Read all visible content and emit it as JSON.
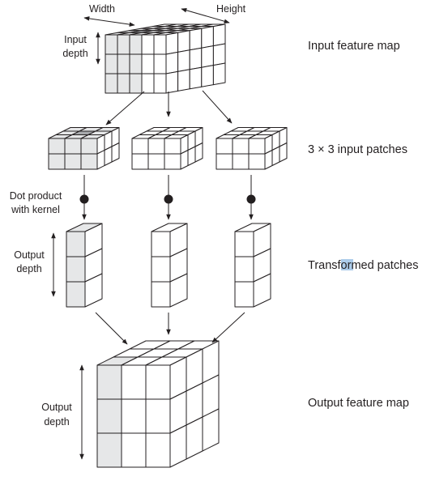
{
  "labels": {
    "width": "Width",
    "height": "Height",
    "input_depth_line1": "Input",
    "input_depth_line2": "depth",
    "dot_product_line1": "Dot product",
    "dot_product_line2": "with kernel",
    "output_depth_patch_line1": "Output",
    "output_depth_patch_line2": "depth",
    "output_depth_map_line1": "Output",
    "output_depth_map_line2": "depth"
  },
  "captions": {
    "input_feature_map": "Input feature map",
    "input_patches": "3 × 3 input patches",
    "transformed_patches": "Transformed patches",
    "output_feature_map": "Output feature map"
  },
  "colors": {
    "line": "#231f20",
    "white_face": "#ffffff",
    "gray_face": "#e6e7e8",
    "dark_cell": "#a7a9ac",
    "text_highlight": "#9dc3e6"
  }
}
